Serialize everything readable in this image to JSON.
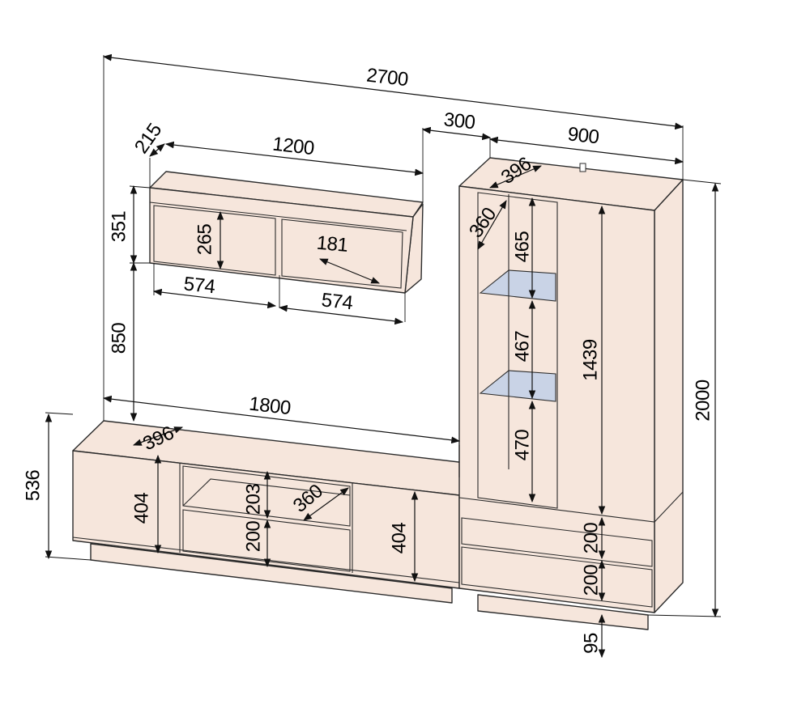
{
  "colors": {
    "panel": "#f6e6dc",
    "glass": "#c9d3e6",
    "line": "#2b2b2b"
  },
  "dimensions": {
    "overall_width": "2700",
    "gap_wall_to_tall": "300",
    "tall_width": "900",
    "wall_depth": "215",
    "wall_width": "1200",
    "wall_height": "351",
    "wall_inner_height": "265",
    "wall_inner_depth": "181",
    "wall_section_left": "574",
    "wall_section_right": "574",
    "wall_mount_height": "850",
    "tall_depth": "396",
    "tall_inner_depth": "360",
    "tall_shelf_top": "465",
    "tall_shelf_mid": "467",
    "tall_door_height": "1439",
    "tall_shelf_bottom": "470",
    "tall_height": "2000",
    "stand_width": "1800",
    "stand_depth": "396",
    "stand_height": "536",
    "stand_left_door": "404",
    "stand_niche_height": "203",
    "stand_niche_depth": "360",
    "stand_drawer": "200",
    "stand_right_door": "404",
    "tall_drawer_top": "200",
    "tall_drawer_bottom": "200",
    "plinth_height": "95"
  }
}
